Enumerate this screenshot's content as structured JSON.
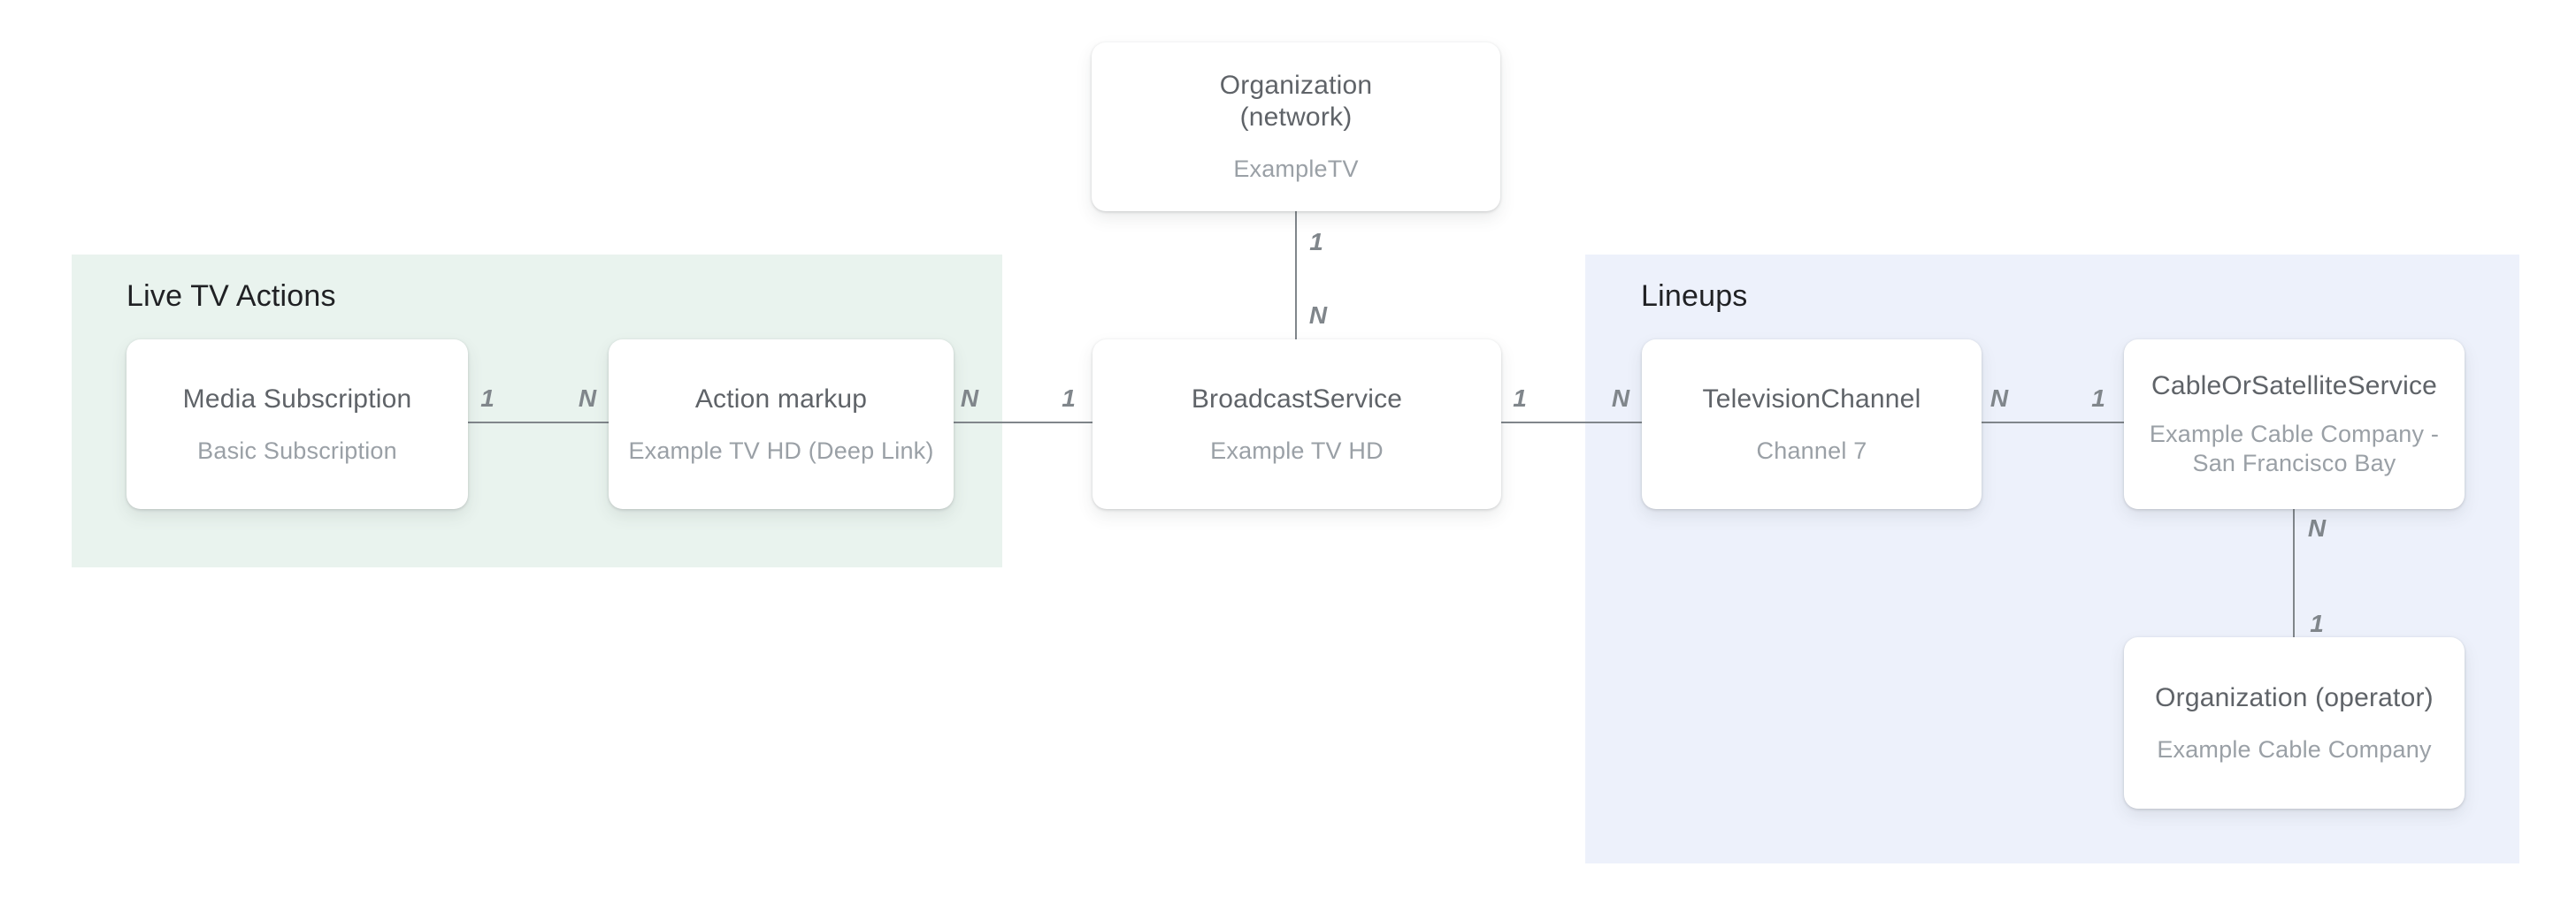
{
  "diagram": {
    "regions": [
      {
        "id": "live-tv-actions",
        "label": "Live TV Actions"
      },
      {
        "id": "lineups",
        "label": "Lineups"
      }
    ],
    "nodes": [
      {
        "id": "organization-network",
        "title": "Organization (network)",
        "title_lines": [
          "Organization",
          "(network)"
        ],
        "subtitle": "ExampleTV"
      },
      {
        "id": "media-subscription",
        "title": "Media Subscription",
        "subtitle": "Basic Subscription"
      },
      {
        "id": "action-markup",
        "title": "Action markup",
        "subtitle": "Example TV HD (Deep Link)"
      },
      {
        "id": "broadcast-service",
        "title": "BroadcastService",
        "subtitle": "Example TV HD"
      },
      {
        "id": "television-channel",
        "title": "TelevisionChannel",
        "subtitle": "Channel 7"
      },
      {
        "id": "cable-or-satellite-service",
        "title": "CableOrSatelliteService",
        "subtitle": "Example Cable Company - San Francisco Bay"
      },
      {
        "id": "organization-operator",
        "title": "Organization (operator)",
        "subtitle": "Example Cable Company"
      }
    ],
    "edges": [
      {
        "from": "organization-network",
        "to": "broadcast-service",
        "source_cardinality": "1",
        "target_cardinality": "N"
      },
      {
        "from": "media-subscription",
        "to": "action-markup",
        "source_cardinality": "1",
        "target_cardinality": "N"
      },
      {
        "from": "action-markup",
        "to": "broadcast-service",
        "source_cardinality": "N",
        "target_cardinality": "1"
      },
      {
        "from": "broadcast-service",
        "to": "television-channel",
        "source_cardinality": "1",
        "target_cardinality": "N"
      },
      {
        "from": "television-channel",
        "to": "cable-or-satellite-service",
        "source_cardinality": "N",
        "target_cardinality": "1"
      },
      {
        "from": "cable-or-satellite-service",
        "to": "organization-operator",
        "source_cardinality": "N",
        "target_cardinality": "1"
      }
    ],
    "colors": {
      "background": "#ffffff",
      "live_tv_actions_region": "#e9f3ee",
      "lineups_region": "#edf1fb",
      "node_background": "#ffffff",
      "node_title_text": "#5f6368",
      "node_subtitle_text": "#9aa0a6",
      "region_title_text": "#202124",
      "connector_line": "#80868b",
      "cardinality_label_text": "#80868b"
    }
  }
}
